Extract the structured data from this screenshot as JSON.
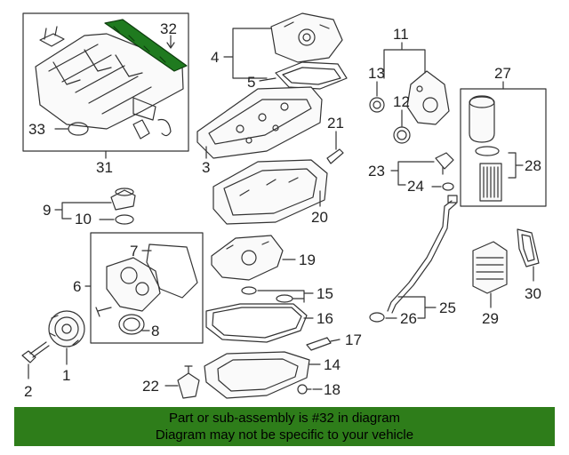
{
  "callouts": {
    "c1": "1",
    "c2": "2",
    "c3": "3",
    "c4": "4",
    "c5": "5",
    "c6": "6",
    "c7": "7",
    "c8": "8",
    "c9": "9",
    "c10": "10",
    "c11": "11",
    "c12": "12",
    "c13": "13",
    "c14": "14",
    "c15": "15",
    "c16": "16",
    "c17": "17",
    "c18": "18",
    "c19": "19",
    "c20": "20",
    "c21": "21",
    "c22": "22",
    "c23": "23",
    "c24": "24",
    "c25": "25",
    "c26": "26",
    "c27": "27",
    "c28": "28",
    "c29": "29",
    "c30": "30",
    "c31": "31",
    "c32": "32",
    "c33": "33"
  },
  "banner": {
    "line1": "Part or sub-assembly is #32 in diagram",
    "line2": "Diagram may not be specific to your vehicle"
  },
  "colors": {
    "highlight": "#1f7a1f",
    "banner": "#2e7d1a",
    "line": "#333333"
  }
}
